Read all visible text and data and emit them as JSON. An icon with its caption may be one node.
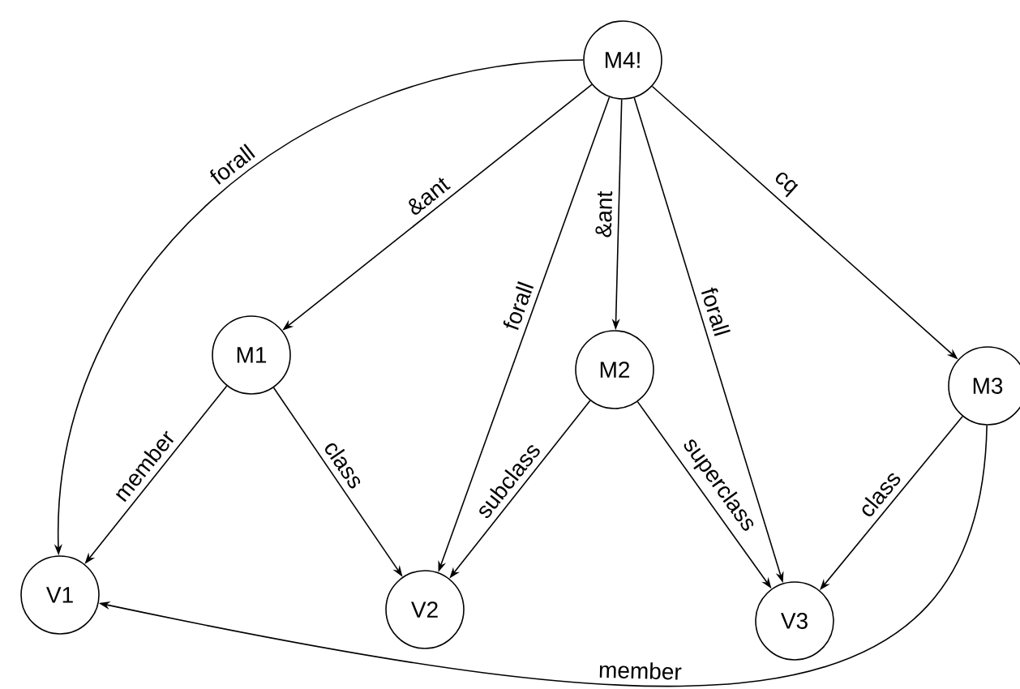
{
  "diagram": {
    "nodes": [
      {
        "text": [
          "M4!"
        ]
      },
      {
        "text": [
          "M1"
        ]
      },
      {
        "text": [
          "M2"
        ]
      },
      {
        "text": [
          "M3"
        ]
      },
      {
        "text": [
          "V1"
        ]
      },
      {
        "text": [
          "V2"
        ]
      },
      {
        "text": [
          "V3"
        ]
      }
    ],
    "edges": [
      {
        "from": 0,
        "to": 4,
        "arrow": "to",
        "label": "forall"
      },
      {
        "from": 0,
        "to": 1,
        "arrow": "to",
        "label": "&ant"
      },
      {
        "from": 0,
        "to": 5,
        "arrow": "to",
        "label": "forall"
      },
      {
        "from": 0,
        "to": 2,
        "arrow": "to",
        "label": "&ant"
      },
      {
        "from": 0,
        "to": 6,
        "arrow": "to",
        "label": "forall"
      },
      {
        "from": 0,
        "to": 3,
        "arrow": "to",
        "label": "cq"
      },
      {
        "from": 1,
        "to": 4,
        "arrow": "to",
        "label": "member"
      },
      {
        "from": 1,
        "to": 5,
        "arrow": "to",
        "label": "class"
      },
      {
        "from": 2,
        "to": 5,
        "arrow": "to",
        "label": "subclass"
      },
      {
        "from": 2,
        "to": 6,
        "arrow": "to",
        "label": "superclass"
      },
      {
        "from": 3,
        "to": 6,
        "arrow": "to",
        "label": "class"
      },
      {
        "from": 3,
        "to": 4,
        "arrow": "to",
        "label": "member"
      }
    ]
  }
}
